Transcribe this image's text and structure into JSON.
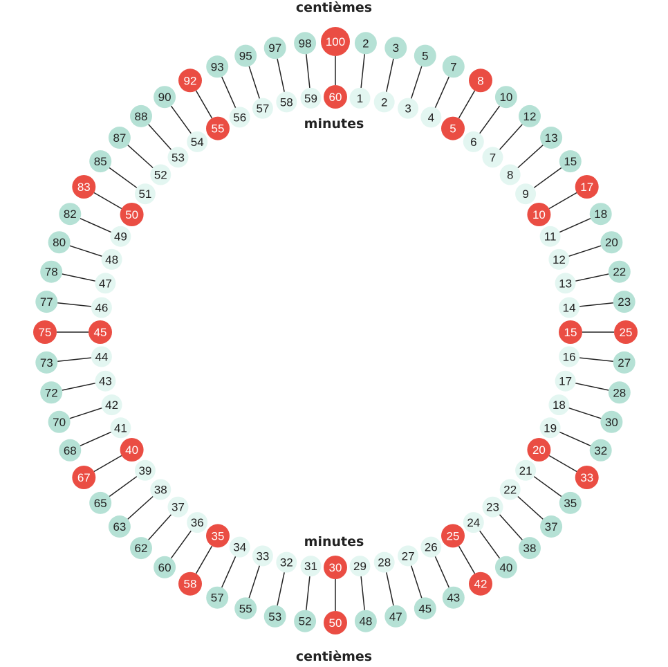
{
  "labels": {
    "top": "centièmes",
    "inner_top": "minutes",
    "inner_bottom": "minutes",
    "bottom": "centièmes"
  },
  "colors": {
    "background": "#ffffff",
    "minute_circle": "#e3f6f1",
    "hundredth_circle": "#b5e1d5",
    "highlight": "#ea4d43",
    "highlight_text": "#ffffff",
    "text": "#222222",
    "connector": "#222222"
  },
  "pairs": [
    {
      "minute": "60",
      "hundredth": "100",
      "highlight": true
    },
    {
      "minute": "1",
      "hundredth": "2",
      "highlight": false
    },
    {
      "minute": "2",
      "hundredth": "3",
      "highlight": false
    },
    {
      "minute": "3",
      "hundredth": "5",
      "highlight": false
    },
    {
      "minute": "4",
      "hundredth": "7",
      "highlight": false
    },
    {
      "minute": "5",
      "hundredth": "8",
      "highlight": true
    },
    {
      "minute": "6",
      "hundredth": "10",
      "highlight": false
    },
    {
      "minute": "7",
      "hundredth": "12",
      "highlight": false
    },
    {
      "minute": "8",
      "hundredth": "13",
      "highlight": false
    },
    {
      "minute": "9",
      "hundredth": "15",
      "highlight": false
    },
    {
      "minute": "10",
      "hundredth": "17",
      "highlight": true
    },
    {
      "minute": "11",
      "hundredth": "18",
      "highlight": false
    },
    {
      "minute": "12",
      "hundredth": "20",
      "highlight": false
    },
    {
      "minute": "13",
      "hundredth": "22",
      "highlight": false
    },
    {
      "minute": "14",
      "hundredth": "23",
      "highlight": false
    },
    {
      "minute": "15",
      "hundredth": "25",
      "highlight": true
    },
    {
      "minute": "16",
      "hundredth": "27",
      "highlight": false
    },
    {
      "minute": "17",
      "hundredth": "28",
      "highlight": false
    },
    {
      "minute": "18",
      "hundredth": "30",
      "highlight": false
    },
    {
      "minute": "19",
      "hundredth": "32",
      "highlight": false
    },
    {
      "minute": "20",
      "hundredth": "33",
      "highlight": true
    },
    {
      "minute": "21",
      "hundredth": "35",
      "highlight": false
    },
    {
      "minute": "22",
      "hundredth": "37",
      "highlight": false
    },
    {
      "minute": "23",
      "hundredth": "38",
      "highlight": false
    },
    {
      "minute": "24",
      "hundredth": "40",
      "highlight": false
    },
    {
      "minute": "25",
      "hundredth": "42",
      "highlight": true
    },
    {
      "minute": "26",
      "hundredth": "43",
      "highlight": false
    },
    {
      "minute": "27",
      "hundredth": "45",
      "highlight": false
    },
    {
      "minute": "28",
      "hundredth": "47",
      "highlight": false
    },
    {
      "minute": "29",
      "hundredth": "48",
      "highlight": false
    },
    {
      "minute": "30",
      "hundredth": "50",
      "highlight": true
    },
    {
      "minute": "31",
      "hundredth": "52",
      "highlight": false
    },
    {
      "minute": "32",
      "hundredth": "53",
      "highlight": false
    },
    {
      "minute": "33",
      "hundredth": "55",
      "highlight": false
    },
    {
      "minute": "34",
      "hundredth": "57",
      "highlight": false
    },
    {
      "minute": "35",
      "hundredth": "58",
      "highlight": true
    },
    {
      "minute": "36",
      "hundredth": "60",
      "highlight": false
    },
    {
      "minute": "37",
      "hundredth": "62",
      "highlight": false
    },
    {
      "minute": "38",
      "hundredth": "63",
      "highlight": false
    },
    {
      "minute": "39",
      "hundredth": "65",
      "highlight": false
    },
    {
      "minute": "40",
      "hundredth": "67",
      "highlight": true
    },
    {
      "minute": "41",
      "hundredth": "68",
      "highlight": false
    },
    {
      "minute": "42",
      "hundredth": "70",
      "highlight": false
    },
    {
      "minute": "43",
      "hundredth": "72",
      "highlight": false
    },
    {
      "minute": "44",
      "hundredth": "73",
      "highlight": false
    },
    {
      "minute": "45",
      "hundredth": "75",
      "highlight": true
    },
    {
      "minute": "46",
      "hundredth": "77",
      "highlight": false
    },
    {
      "minute": "47",
      "hundredth": "78",
      "highlight": false
    },
    {
      "minute": "48",
      "hundredth": "80",
      "highlight": false
    },
    {
      "minute": "49",
      "hundredth": "82",
      "highlight": false
    },
    {
      "minute": "50",
      "hundredth": "83",
      "highlight": true
    },
    {
      "minute": "51",
      "hundredth": "85",
      "highlight": false
    },
    {
      "minute": "52",
      "hundredth": "87",
      "highlight": false
    },
    {
      "minute": "53",
      "hundredth": "88",
      "highlight": false
    },
    {
      "minute": "54",
      "hundredth": "90",
      "highlight": false
    },
    {
      "minute": "55",
      "hundredth": "92",
      "highlight": true
    },
    {
      "minute": "56",
      "hundredth": "93",
      "highlight": false
    },
    {
      "minute": "57",
      "hundredth": "95",
      "highlight": false
    },
    {
      "minute": "58",
      "hundredth": "97",
      "highlight": false
    },
    {
      "minute": "59",
      "hundredth": "98",
      "highlight": false
    }
  ]
}
